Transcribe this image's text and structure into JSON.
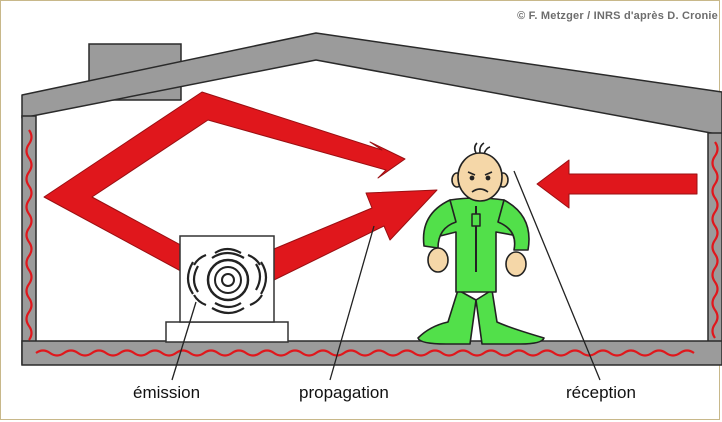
{
  "credit": "© F. Metzger / INRS d'après D. Cronie",
  "labels": {
    "emission": "émission",
    "propagation": "propagation",
    "reception": "réception"
  },
  "colors": {
    "arrow_red": "#e0171c",
    "wave_red": "#e0171c",
    "house_fill": "#9b9b9b",
    "house_outline": "#2a2a2a",
    "person_green": "#52e04a",
    "skin": "#f5d7a8"
  },
  "icons": {
    "machine": "fan-machine-icon",
    "person": "worker-icon"
  }
}
